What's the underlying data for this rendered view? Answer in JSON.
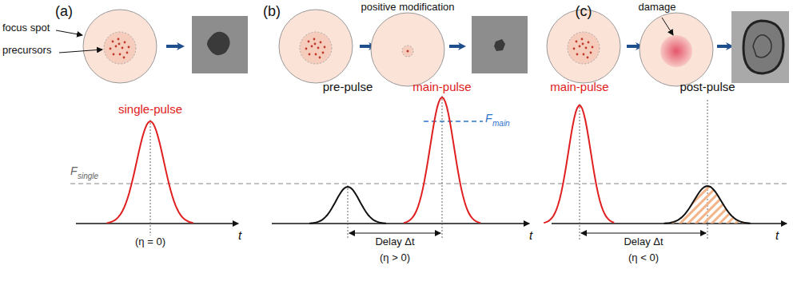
{
  "diagram": {
    "labels": [
      "(a)",
      "(b)",
      "(c)",
      "focus spot",
      "precursors",
      "single-pulse",
      "F",
      "single",
      "(η = 0)",
      "t",
      "positive modification",
      "pre-pulse",
      "main-pulse",
      "F",
      "main",
      "Delay Δt",
      "(η > 0)",
      "t",
      "damage",
      "main-pulse",
      "post-pulse",
      "Delay Δt",
      "(η < 0)",
      "t"
    ]
  }
}
